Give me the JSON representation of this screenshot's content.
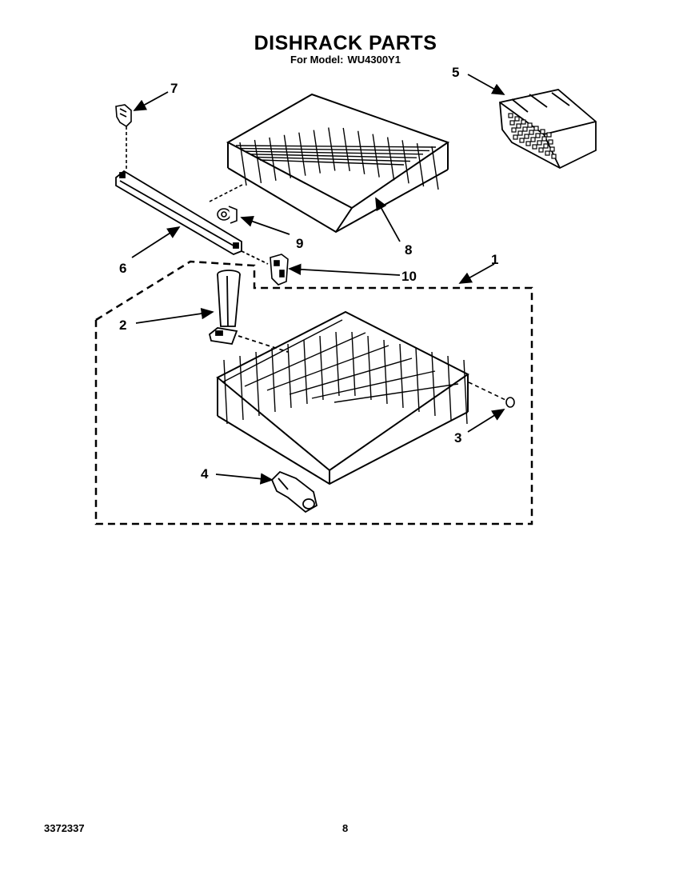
{
  "page": {
    "title": "DISHRACK PARTS",
    "model_label": "For Model:",
    "model_number": "WU4300Y1",
    "doc_number": "3372337",
    "page_number": "8"
  },
  "callouts": [
    {
      "id": "1",
      "text": "1"
    },
    {
      "id": "2",
      "text": "2"
    },
    {
      "id": "3",
      "text": "3"
    },
    {
      "id": "4",
      "text": "4"
    },
    {
      "id": "5",
      "text": "5"
    },
    {
      "id": "6",
      "text": "6"
    },
    {
      "id": "7",
      "text": "7"
    },
    {
      "id": "8",
      "text": "8"
    },
    {
      "id": "9",
      "text": "9"
    },
    {
      "id": "10",
      "text": "10"
    }
  ]
}
